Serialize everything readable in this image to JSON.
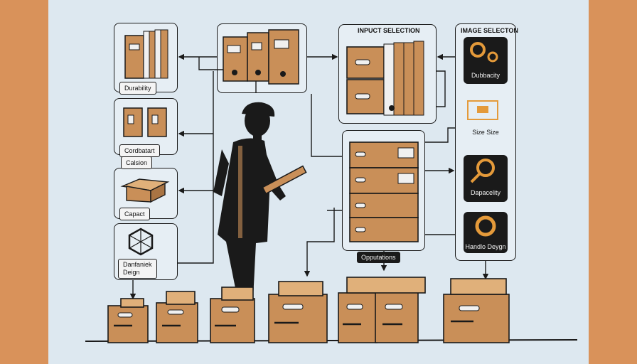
{
  "left_column": {
    "durability_label": "Durability",
    "cordbatart_label": "Cordbatart",
    "calsion_label": "Calsion",
    "capact_label": "Capact",
    "danfaniek_label_line1": "Danfaniek",
    "danfaniek_label_line2": "Deign"
  },
  "center": {
    "input_selection_title": "INPUCT SELECTION",
    "opputations_label": "Opputations"
  },
  "right_column": {
    "image_selection_title": "IMAGE SELECTON",
    "tiles": [
      {
        "label": "Dubbacity",
        "icon": "gears-icon"
      },
      {
        "label": "Size Size",
        "icon": "layout-icon"
      },
      {
        "label": "Dapacelity",
        "icon": "magnifier-gear-icon"
      },
      {
        "label": "Handlo Deygn",
        "icon": "gear-icon"
      }
    ]
  },
  "colors": {
    "border_orange": "#d9925a",
    "panel_blue": "#dde8f0",
    "cardboard": "#c98f58",
    "ink": "#1a1a1a",
    "tile_accent": "#e49a3a"
  }
}
